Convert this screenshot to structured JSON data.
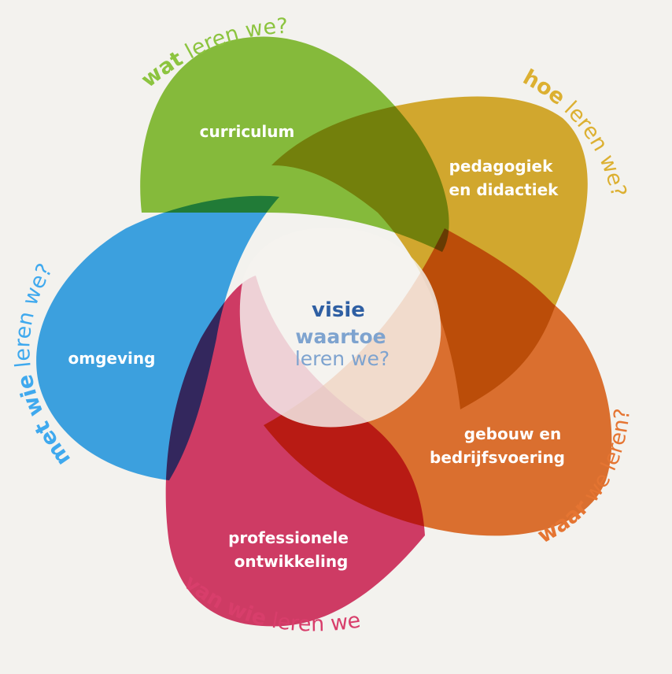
{
  "colors": {
    "background": "#f3f2ee",
    "green": "#8cc43f",
    "yellow": "#dcb031",
    "orange": "#e57532",
    "pink": "#d83e6b",
    "blue": "#3fa9ee",
    "center": "#f5f3ef",
    "center_title": "#2f5fa3",
    "center_subtitle": "#7ea3cf"
  },
  "center": {
    "title": "visie",
    "line1": "waartoe",
    "line2": "leren we?"
  },
  "petals": [
    {
      "id": "green",
      "color": "green",
      "lines": [
        "curriculum"
      ]
    },
    {
      "id": "yellow",
      "color": "yellow",
      "lines": [
        "pedagogiek",
        "en didactiek"
      ]
    },
    {
      "id": "orange",
      "color": "orange",
      "lines": [
        "gebouw en",
        "bedrijfsvoering"
      ]
    },
    {
      "id": "pink",
      "color": "pink",
      "lines": [
        "professionele",
        "ontwikkeling"
      ]
    },
    {
      "id": "blue",
      "color": "blue",
      "lines": [
        "omgeving"
      ]
    }
  ],
  "questions": [
    {
      "id": "green",
      "bold": "wat",
      "rest": " leren we?"
    },
    {
      "id": "yellow",
      "bold": "hoe",
      "rest": " leren we?"
    },
    {
      "id": "orange",
      "bold": "waar",
      "rest": " we leren?"
    },
    {
      "id": "pink",
      "bold": "van wie",
      "rest": " leren we?"
    },
    {
      "id": "blue",
      "bold": "met wie",
      "rest": " leren we?"
    }
  ]
}
